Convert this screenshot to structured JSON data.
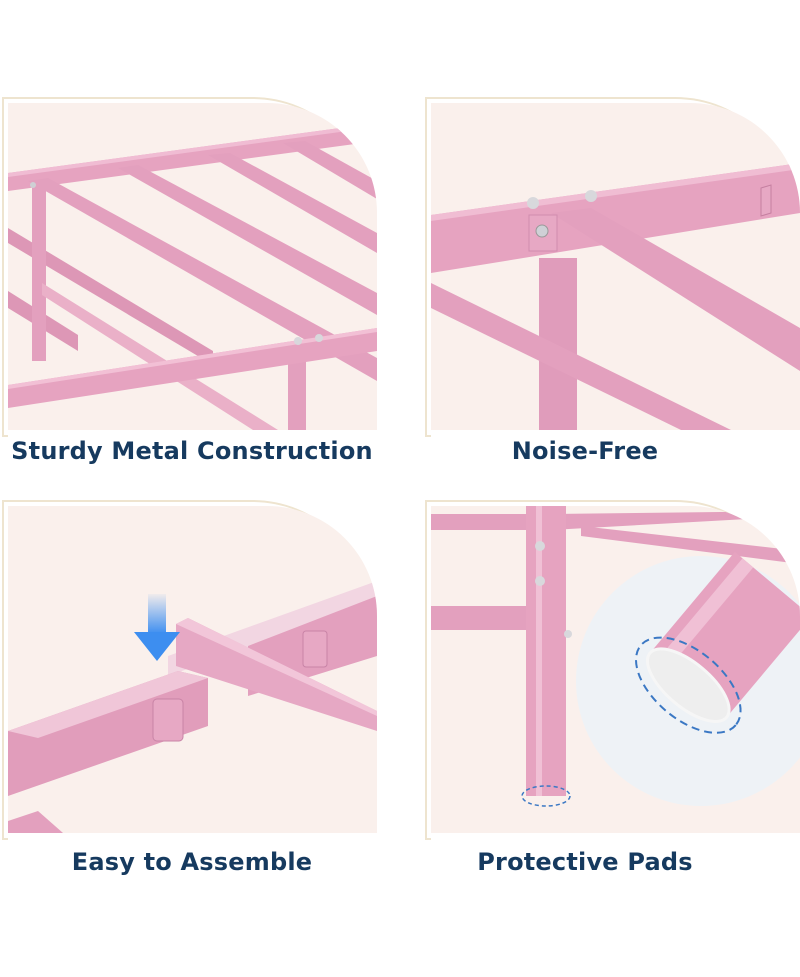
{
  "panels": [
    {
      "id": "sturdy-metal-construction",
      "caption": "Sturdy Metal Construction",
      "illustration": "pink-bed-frame-slats"
    },
    {
      "id": "noise-free",
      "caption": "Noise-Free",
      "illustration": "bed-frame-joint-with-bolts"
    },
    {
      "id": "easy-to-assemble",
      "caption": "Easy to Assemble",
      "illustration": "slat-insertion-with-down-arrow"
    },
    {
      "id": "protective-pads",
      "caption": "Protective Pads",
      "illustration": "leg-with-pad-closeup"
    }
  ],
  "colors": {
    "caption_text": "#163a5f",
    "frame_border": "#eee4cf",
    "photo_background": "#faf0ec",
    "metal_pink": "#e6a3c0",
    "metal_pink_dark": "#d68aab",
    "arrow_blue": "#3d8ef0",
    "pad_dash_blue": "#3b78c4",
    "pad_white": "#eeeeee"
  },
  "icons": {
    "assembly_arrow": "arrow-down-icon",
    "pad_highlight": "dashed-circle-icon"
  }
}
